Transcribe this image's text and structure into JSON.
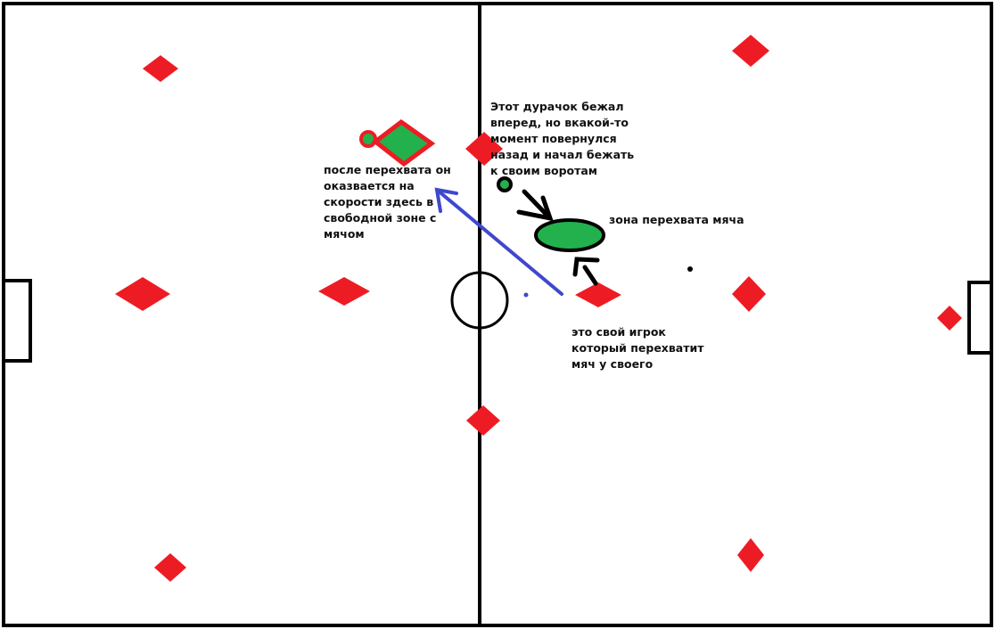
{
  "annotations": {
    "runner_note": [
      "Этот дурачок бежал",
      "вперед, но вкакой-то",
      "момент повернулся",
      "назад и начал бежать",
      "к своим воротам"
    ],
    "after_interception_note": [
      "после перехвата он",
      "оказвается на",
      "скорости здесь в",
      "свободной зоне с",
      "мячом"
    ],
    "interception_zone_label": "зона перехвата мяча",
    "own_player_note": [
      "это свой игрок",
      "который перехватит",
      "мяч у своего"
    ]
  },
  "colors": {
    "player": "#ed1c24",
    "highlight": "#22b14c",
    "pass_arrow": "#3f48cc",
    "lines": "#000000"
  }
}
